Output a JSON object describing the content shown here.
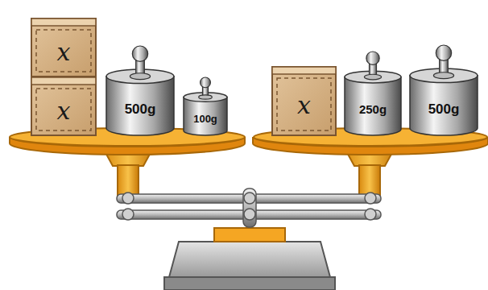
{
  "diagram": {
    "nodes": [
      {
        "text": [
          "x"
        ]
      },
      {
        "text": [
          "x"
        ]
      },
      {
        "text": [
          "500g"
        ]
      },
      {
        "text": [
          "100g"
        ]
      },
      {
        "text": [
          "x"
        ]
      },
      {
        "text": [
          "250g"
        ]
      },
      {
        "text": [
          "500g"
        ]
      }
    ]
  }
}
